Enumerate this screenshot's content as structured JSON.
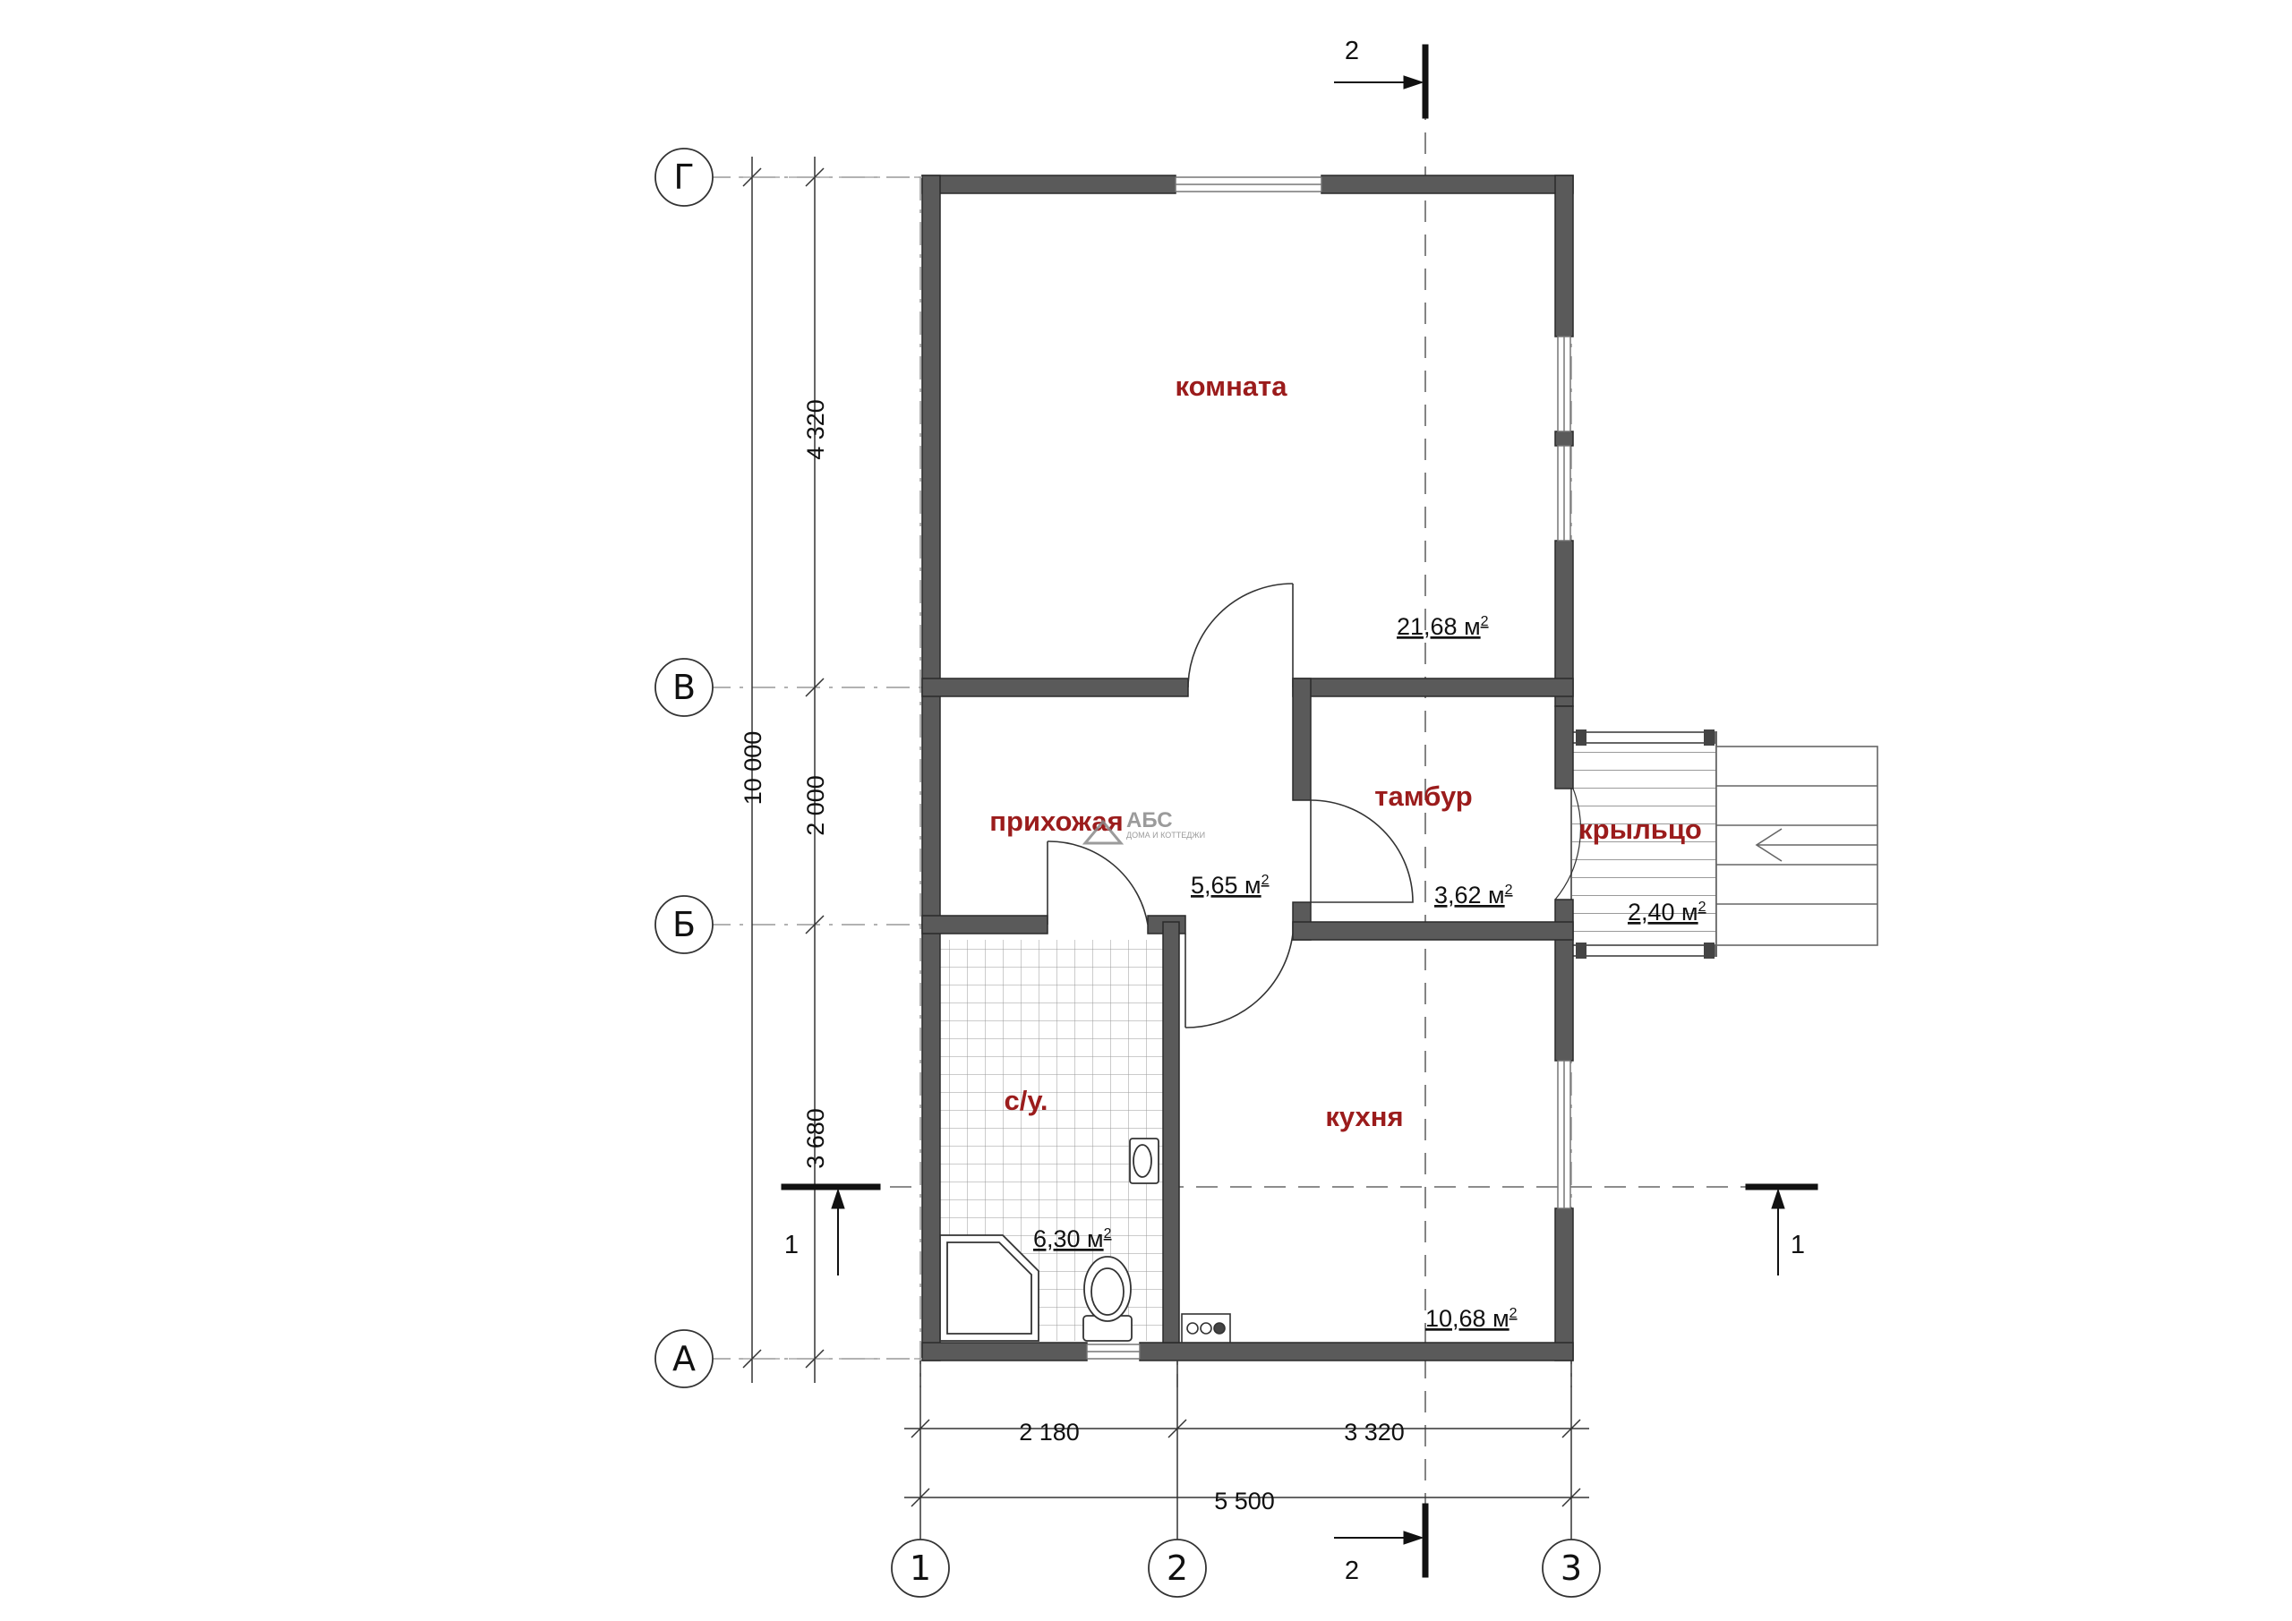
{
  "rooms": {
    "komnata": {
      "name": "комната",
      "area": "21,68 м",
      "area_sup": "2"
    },
    "prikhozhaya": {
      "name": "прихожая",
      "area": "5,65 м",
      "area_sup": "2"
    },
    "tambur": {
      "name": "тамбур",
      "area": "3,62 м",
      "area_sup": "2"
    },
    "kryltso": {
      "name": "крыльцо",
      "area": "2,40 м",
      "area_sup": "2"
    },
    "su": {
      "name": "с/у.",
      "area": "6,30 м",
      "area_sup": "2"
    },
    "kukhnya": {
      "name": "кухня",
      "area": "10,68 м",
      "area_sup": "2"
    }
  },
  "axes": {
    "rows": [
      "Г",
      "В",
      "Б",
      "А"
    ],
    "columns": [
      "1",
      "2",
      "3"
    ]
  },
  "dimensions": {
    "vertical": [
      "4 320",
      "2 000",
      "3 680"
    ],
    "vertical_total": "10 000",
    "horizontal": [
      "2 180",
      "3 320"
    ],
    "horizontal_total": "5 500"
  },
  "sections": {
    "section_1": "1",
    "section_2": "2"
  },
  "logo": {
    "name": "АБС",
    "tagline": "ДОМА И КОТТЕДЖИ"
  },
  "colors": {
    "wall": "#5a5a5a",
    "room_label": "#9b1c1c",
    "line": "#222222"
  }
}
